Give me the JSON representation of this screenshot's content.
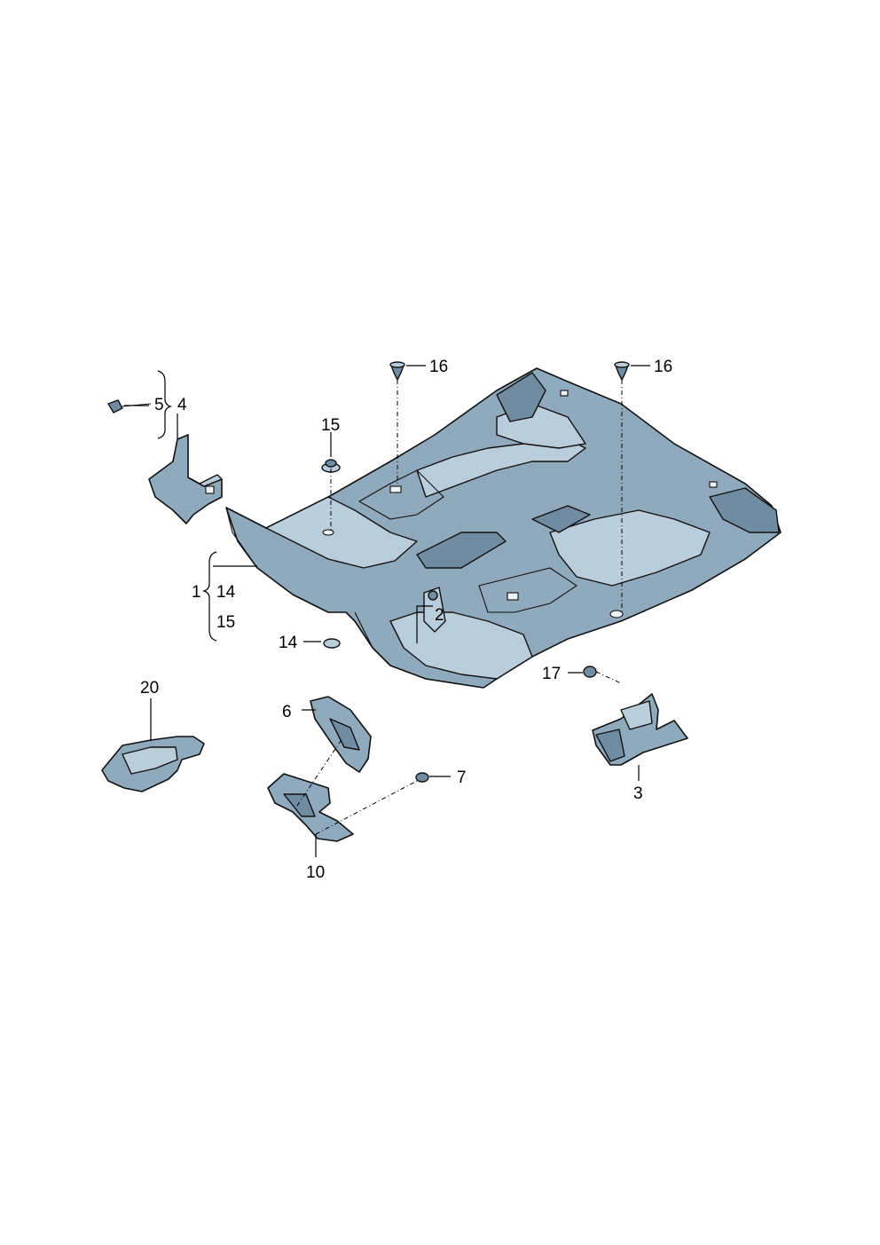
{
  "diagram": {
    "callouts": {
      "c1": "1",
      "c2": "2",
      "c3": "3",
      "c4": "4",
      "c5": "5",
      "c6": "6",
      "c7": "7",
      "c10": "10",
      "c14a": "14",
      "c14b": "14",
      "c15a": "15",
      "c15b": "15",
      "c16a": "16",
      "c16b": "16",
      "c17": "17",
      "c20": "20"
    },
    "colors": {
      "part_fill": "#8fa9bd",
      "part_light": "#b9cddb",
      "part_dark": "#6f8ca3",
      "outline": "#111111"
    }
  }
}
